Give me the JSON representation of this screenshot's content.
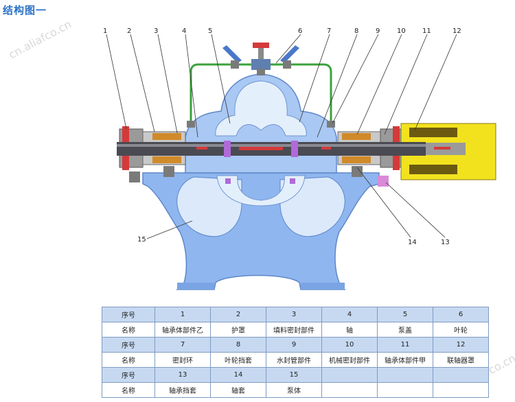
{
  "title": "结构图一",
  "watermark": "cn.aliafco.cn",
  "callouts": [
    "1",
    "2",
    "3",
    "4",
    "5",
    "6",
    "7",
    "8",
    "9",
    "10",
    "11",
    "12",
    "13",
    "14",
    "15"
  ],
  "colors": {
    "casing": "#8fb6ef",
    "casing_dark": "#5d86c9",
    "shaft": "#4a4a52",
    "coupling_guard": "#f2e21e",
    "pipe": "#3aa23a",
    "accent_red": "#d43a3a",
    "table_header": "#c6d9f1",
    "title": "#2a73c8"
  },
  "table": {
    "seq_label": "序号",
    "name_label": "名称",
    "rows": [
      {
        "nums": [
          "1",
          "2",
          "3",
          "4",
          "5",
          "6"
        ],
        "names": [
          "轴承体部件乙",
          "护罩",
          "填料密封部件",
          "轴",
          "泵盖",
          "叶轮"
        ]
      },
      {
        "nums": [
          "7",
          "8",
          "9",
          "10",
          "11",
          "12"
        ],
        "names": [
          "密封环",
          "叶轮挡套",
          "水封管部件",
          "机械密封部件",
          "轴承体部件甲",
          "联轴器罩"
        ]
      },
      {
        "nums": [
          "13",
          "14",
          "15",
          "",
          "",
          ""
        ],
        "names": [
          "轴承挡套",
          "轴套",
          "泵体",
          "",
          "",
          ""
        ]
      }
    ]
  }
}
